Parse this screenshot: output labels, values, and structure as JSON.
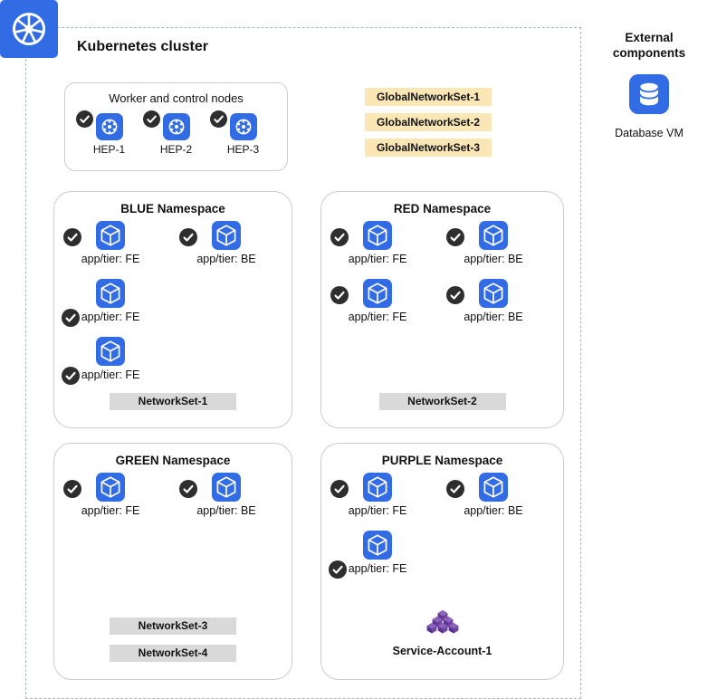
{
  "colors": {
    "k8s_blue": "#326CE5",
    "check_bg": "#2e2e2e",
    "gns_bg": "#FAE7B5",
    "netset_bg": "#D9D9D9",
    "sa_purple": "#71439F",
    "sa_purple_top": "#8E62BC",
    "sa_purple_dark": "#5B3390",
    "cluster_border": "#A4B4C0",
    "box_border": "#C9CDD1"
  },
  "cluster": {
    "title": "Kubernetes cluster",
    "nodes_box": {
      "title": "Worker and control nodes",
      "nodes": [
        {
          "label": "HEP-1",
          "checked": true
        },
        {
          "label": "HEP-2",
          "checked": true
        },
        {
          "label": "HEP-3",
          "checked": true
        }
      ]
    },
    "global_network_sets": [
      {
        "label": "GlobalNetworkSet-1"
      },
      {
        "label": "GlobalNetworkSet-2"
      },
      {
        "label": "GlobalNetworkSet-3"
      }
    ],
    "namespaces": [
      {
        "title": "BLUE Namespace",
        "pods": [
          {
            "label": "app/tier: FE",
            "row": 0,
            "col": 0,
            "checked": true,
            "check_align": "icon"
          },
          {
            "label": "app/tier: BE",
            "row": 0,
            "col": 1,
            "checked": true,
            "check_align": "icon"
          },
          {
            "label": "app/tier: FE",
            "row": 1,
            "col": 0,
            "checked": true,
            "check_align": "label"
          },
          {
            "label": "app/tier: FE",
            "row": 2,
            "col": 0,
            "checked": true,
            "check_align": "label"
          }
        ],
        "network_sets": [
          {
            "label": "NetworkSet-1"
          }
        ],
        "service_accounts": []
      },
      {
        "title": "RED Namespace",
        "pods": [
          {
            "label": "app/tier: FE",
            "row": 0,
            "col": 0,
            "checked": true,
            "check_align": "icon"
          },
          {
            "label": "app/tier: BE",
            "row": 0,
            "col": 1,
            "checked": true,
            "check_align": "icon"
          },
          {
            "label": "app/tier: FE",
            "row": 1,
            "col": 0,
            "checked": true,
            "check_align": "icon"
          },
          {
            "label": "app/tier: BE",
            "row": 1,
            "col": 1,
            "checked": true,
            "check_align": "icon"
          }
        ],
        "network_sets": [
          {
            "label": "NetworkSet-2"
          }
        ],
        "service_accounts": []
      },
      {
        "title": "GREEN Namespace",
        "pods": [
          {
            "label": "app/tier: FE",
            "row": 0,
            "col": 0,
            "checked": true,
            "check_align": "icon"
          },
          {
            "label": "app/tier: BE",
            "row": 0,
            "col": 1,
            "checked": true,
            "check_align": "icon"
          }
        ],
        "network_sets": [
          {
            "label": "NetworkSet-3"
          },
          {
            "label": "NetworkSet-4"
          }
        ],
        "service_accounts": []
      },
      {
        "title": "PURPLE Namespace",
        "pods": [
          {
            "label": "app/tier: FE",
            "row": 0,
            "col": 0,
            "checked": true,
            "check_align": "icon"
          },
          {
            "label": "app/tier: BE",
            "row": 0,
            "col": 1,
            "checked": true,
            "check_align": "icon"
          },
          {
            "label": "app/tier: FE",
            "row": 1,
            "col": 0,
            "checked": true,
            "check_align": "label"
          }
        ],
        "network_sets": [],
        "service_accounts": [
          {
            "label": "Service-Account-1"
          }
        ]
      }
    ]
  },
  "external": {
    "title": "External components",
    "items": [
      {
        "label": "Database VM",
        "icon": "database-icon"
      }
    ]
  }
}
